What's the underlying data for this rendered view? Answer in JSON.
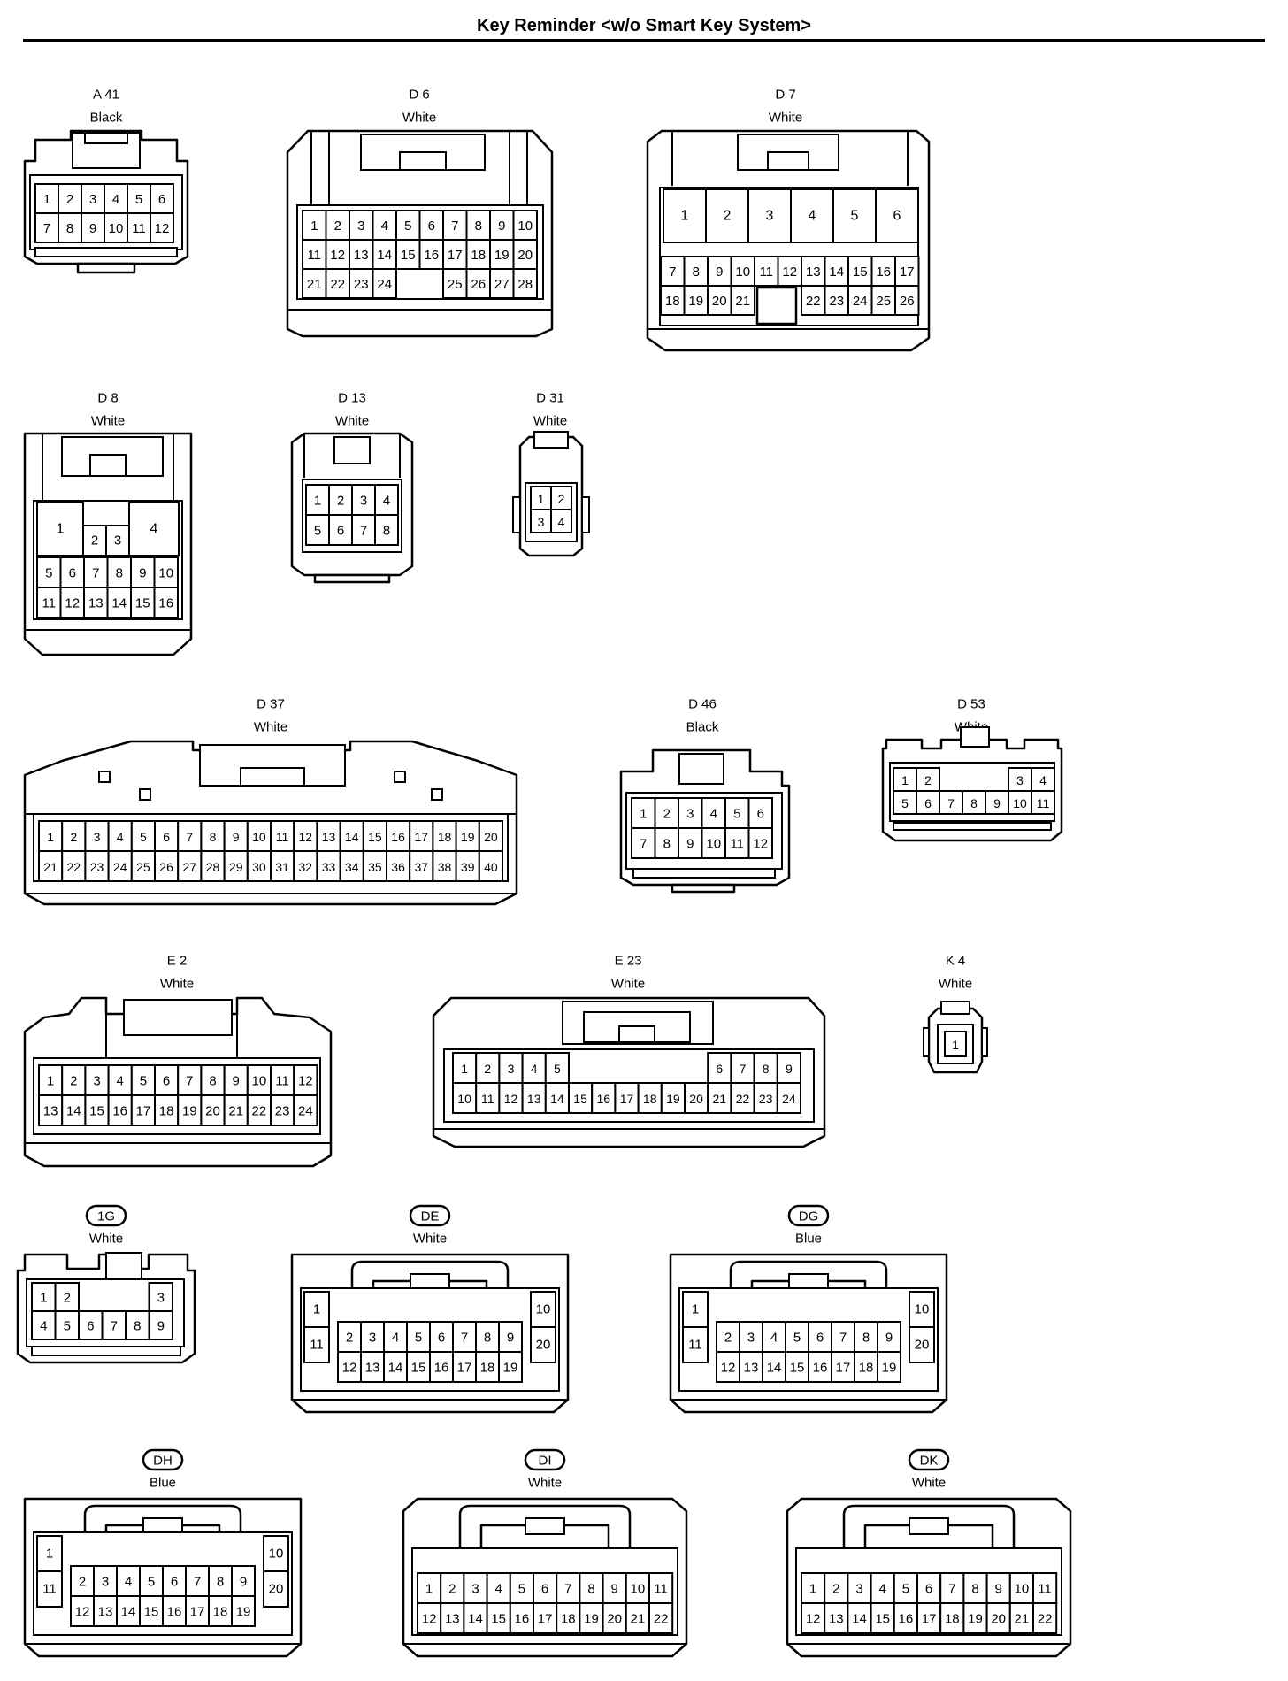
{
  "title": "Key Reminder <w/o Smart Key System>",
  "connectors": [
    {
      "code": "A 41",
      "color": "Black",
      "circled": false,
      "rows": [
        [
          "1",
          "2",
          "3",
          "4",
          "5",
          "6"
        ],
        [
          "7",
          "8",
          "9",
          "10",
          "11",
          "12"
        ]
      ]
    },
    {
      "code": "D 6",
      "color": "White",
      "circled": false,
      "rows": [
        [
          "1",
          "2",
          "3",
          "4",
          "5",
          "6",
          "7",
          "8",
          "9",
          "10"
        ],
        [
          "11",
          "12",
          "13",
          "14",
          "15",
          "16",
          "17",
          "18",
          "19",
          "20"
        ],
        [
          "21",
          "22",
          "23",
          "24",
          "",
          "",
          "25",
          "26",
          "27",
          "28"
        ]
      ]
    },
    {
      "code": "D 7",
      "color": "White",
      "circled": false,
      "big": [
        "1",
        "2",
        "3",
        "4",
        "5",
        "6"
      ],
      "rows": [
        [
          "7",
          "8",
          "9",
          "10",
          "11",
          "12",
          "13",
          "14",
          "15",
          "16",
          "17"
        ],
        [
          "18",
          "19",
          "20",
          "21",
          "",
          "",
          "22",
          "23",
          "24",
          "25",
          "26"
        ]
      ]
    },
    {
      "code": "D 8",
      "color": "White",
      "circled": false,
      "big": [
        "1",
        "2",
        "3",
        "4"
      ],
      "rows": [
        [
          "5",
          "6",
          "7",
          "8",
          "9",
          "10"
        ],
        [
          "11",
          "12",
          "13",
          "14",
          "15",
          "16"
        ]
      ]
    },
    {
      "code": "D 13",
      "color": "White",
      "circled": false,
      "rows": [
        [
          "1",
          "2",
          "3",
          "4"
        ],
        [
          "5",
          "6",
          "7",
          "8"
        ]
      ]
    },
    {
      "code": "D 31",
      "color": "White",
      "circled": false,
      "rows": [
        [
          "1",
          "2"
        ],
        [
          "3",
          "4"
        ]
      ]
    },
    {
      "code": "D 37",
      "color": "White",
      "circled": false,
      "rows": [
        [
          "1",
          "2",
          "3",
          "4",
          "5",
          "6",
          "7",
          "8",
          "9",
          "10",
          "11",
          "12",
          "13",
          "14",
          "15",
          "16",
          "17",
          "18",
          "19",
          "20"
        ],
        [
          "21",
          "22",
          "23",
          "24",
          "25",
          "26",
          "27",
          "28",
          "29",
          "30",
          "31",
          "32",
          "33",
          "34",
          "35",
          "36",
          "37",
          "38",
          "39",
          "40"
        ]
      ]
    },
    {
      "code": "D 46",
      "color": "Black",
      "circled": false,
      "rows": [
        [
          "1",
          "2",
          "3",
          "4",
          "5",
          "6"
        ],
        [
          "7",
          "8",
          "9",
          "10",
          "11",
          "12"
        ]
      ]
    },
    {
      "code": "D 53",
      "color": "White",
      "circled": false,
      "rows": [
        [
          "1",
          "2",
          "",
          "",
          "",
          "3",
          "4"
        ],
        [
          "5",
          "6",
          "7",
          "8",
          "9",
          "10",
          "11"
        ]
      ]
    },
    {
      "code": "E 2",
      "color": "White",
      "circled": false,
      "rows": [
        [
          "1",
          "2",
          "3",
          "4",
          "5",
          "6",
          "7",
          "8",
          "9",
          "10",
          "11",
          "12"
        ],
        [
          "13",
          "14",
          "15",
          "16",
          "17",
          "18",
          "19",
          "20",
          "21",
          "22",
          "23",
          "24"
        ]
      ]
    },
    {
      "code": "E 23",
      "color": "White",
      "circled": false,
      "rows": [
        [
          "1",
          "2",
          "3",
          "4",
          "5",
          "",
          "",
          "",
          "",
          "",
          "",
          "6",
          "7",
          "8",
          "9"
        ],
        [
          "10",
          "11",
          "12",
          "13",
          "14",
          "15",
          "16",
          "17",
          "18",
          "19",
          "20",
          "21",
          "22",
          "23",
          "24"
        ]
      ]
    },
    {
      "code": "K 4",
      "color": "White",
      "circled": false,
      "rows": [
        [
          "1"
        ]
      ]
    },
    {
      "code": "1G",
      "color": "White",
      "circled": true,
      "rows": [
        [
          "1",
          "2",
          "",
          "",
          "",
          "3"
        ],
        [
          "4",
          "5",
          "6",
          "7",
          "8",
          "9"
        ]
      ]
    },
    {
      "code": "DE",
      "color": "White",
      "circled": true,
      "side": [
        "1",
        "11",
        "10",
        "20"
      ],
      "rows": [
        [
          "2",
          "3",
          "4",
          "5",
          "6",
          "7",
          "8",
          "9"
        ],
        [
          "12",
          "13",
          "14",
          "15",
          "16",
          "17",
          "18",
          "19"
        ]
      ]
    },
    {
      "code": "DG",
      "color": "Blue",
      "circled": true,
      "side": [
        "1",
        "11",
        "10",
        "20"
      ],
      "rows": [
        [
          "2",
          "3",
          "4",
          "5",
          "6",
          "7",
          "8",
          "9"
        ],
        [
          "12",
          "13",
          "14",
          "15",
          "16",
          "17",
          "18",
          "19"
        ]
      ]
    },
    {
      "code": "DH",
      "color": "Blue",
      "circled": true,
      "side": [
        "1",
        "11",
        "10",
        "20"
      ],
      "rows": [
        [
          "2",
          "3",
          "4",
          "5",
          "6",
          "7",
          "8",
          "9"
        ],
        [
          "12",
          "13",
          "14",
          "15",
          "16",
          "17",
          "18",
          "19"
        ]
      ]
    },
    {
      "code": "DI",
      "color": "White",
      "circled": true,
      "rows": [
        [
          "1",
          "2",
          "3",
          "4",
          "5",
          "6",
          "7",
          "8",
          "9",
          "10",
          "11"
        ],
        [
          "12",
          "13",
          "14",
          "15",
          "16",
          "17",
          "18",
          "19",
          "20",
          "21",
          "22"
        ]
      ]
    },
    {
      "code": "DK",
      "color": "White",
      "circled": true,
      "rows": [
        [
          "1",
          "2",
          "3",
          "4",
          "5",
          "6",
          "7",
          "8",
          "9",
          "10",
          "11"
        ],
        [
          "12",
          "13",
          "14",
          "15",
          "16",
          "17",
          "18",
          "19",
          "20",
          "21",
          "22"
        ]
      ]
    }
  ]
}
